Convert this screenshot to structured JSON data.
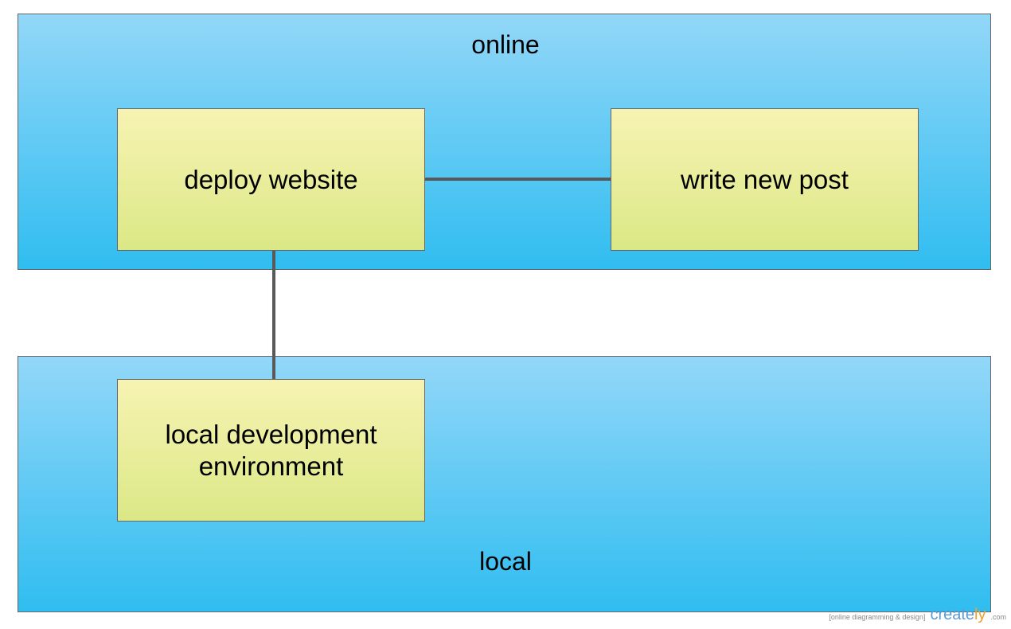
{
  "zones": {
    "online": {
      "label": "online"
    },
    "local": {
      "label": "local"
    }
  },
  "nodes": {
    "deploy": {
      "label": "deploy website"
    },
    "write": {
      "label": "write new post"
    },
    "local_dev": {
      "label": "local development\nenvironment"
    }
  },
  "watermark": {
    "tagline": "[online diagramming & design]",
    "brand": "creately",
    "domain": ".com"
  },
  "colors": {
    "zone_top": "#93d7f8",
    "zone_bottom": "#30bdf0",
    "node_top": "#f7f3b3",
    "node_bottom": "#dbe886",
    "connector": "#595959",
    "border": "#666666"
  }
}
